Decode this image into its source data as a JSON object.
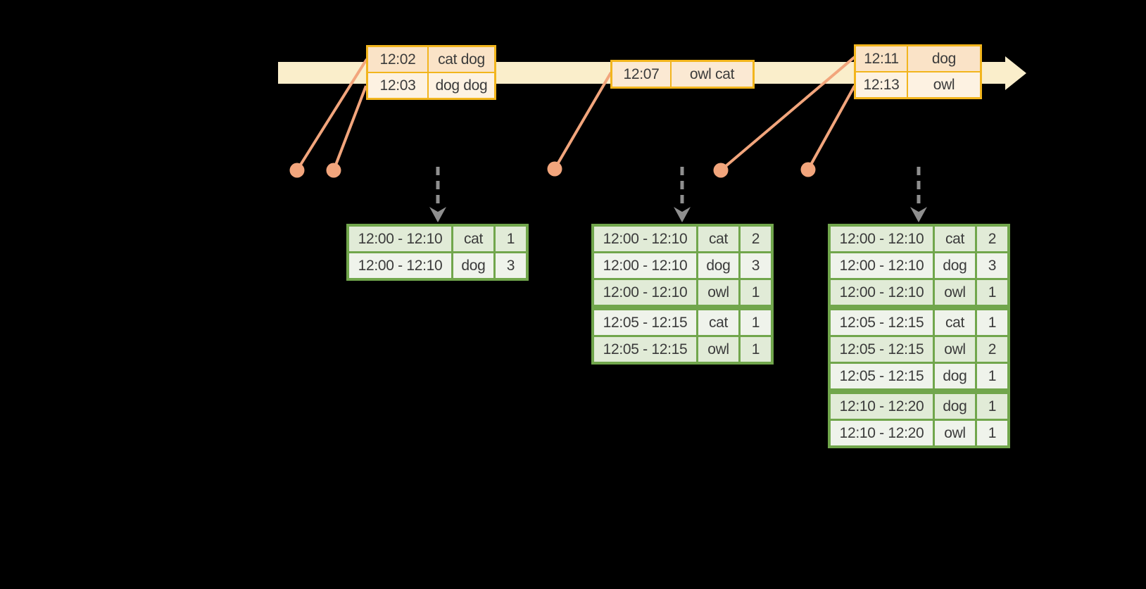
{
  "colors": {
    "background": "#000000",
    "timeline_fill": "#FAEECB",
    "event_border": "#F2B51D",
    "event_row_peach": "#FAE3C7",
    "event_row_cream": "#FDF2E2",
    "event_row_mid": "#FBE9D3",
    "result_border": "#71A64C",
    "result_row_tint": "#E1EBD7",
    "result_row_light": "#EFF3EB",
    "connector": "#F2A57C",
    "trigger_arrow": "#8F8F8F",
    "text": "#3B3B3B"
  },
  "event_tables": [
    {
      "id": "event-table-1",
      "rows": [
        {
          "time": "12:02",
          "words": "cat dog",
          "fill": "event_row_peach"
        },
        {
          "time": "12:03",
          "words": "dog dog",
          "fill": "event_row_cream"
        }
      ]
    },
    {
      "id": "event-table-2",
      "rows": [
        {
          "time": "12:07",
          "words": "owl cat",
          "fill": "event_row_mid"
        }
      ]
    },
    {
      "id": "event-table-3",
      "rows": [
        {
          "time": "12:11",
          "words": "dog",
          "fill": "event_row_peach"
        },
        {
          "time": "12:13",
          "words": "owl",
          "fill": "event_row_cream"
        }
      ]
    }
  ],
  "result_tables": [
    {
      "id": "result-table-1",
      "rows": [
        {
          "window": "12:00 - 12:10",
          "word": "cat",
          "count": "1"
        },
        {
          "window": "12:00 - 12:10",
          "word": "dog",
          "count": "3"
        }
      ],
      "group_breaks": []
    },
    {
      "id": "result-table-2",
      "rows": [
        {
          "window": "12:00 - 12:10",
          "word": "cat",
          "count": "2"
        },
        {
          "window": "12:00 - 12:10",
          "word": "dog",
          "count": "3"
        },
        {
          "window": "12:00 - 12:10",
          "word": "owl",
          "count": "1"
        },
        {
          "window": "12:05 - 12:15",
          "word": "cat",
          "count": "1"
        },
        {
          "window": "12:05 - 12:15",
          "word": "owl",
          "count": "1"
        }
      ],
      "group_breaks": [
        3
      ]
    },
    {
      "id": "result-table-3",
      "rows": [
        {
          "window": "12:00 - 12:10",
          "word": "cat",
          "count": "2"
        },
        {
          "window": "12:00 - 12:10",
          "word": "dog",
          "count": "3"
        },
        {
          "window": "12:00 - 12:10",
          "word": "owl",
          "count": "1"
        },
        {
          "window": "12:05 - 12:15",
          "word": "cat",
          "count": "1"
        },
        {
          "window": "12:05 - 12:15",
          "word": "owl",
          "count": "2"
        },
        {
          "window": "12:05 - 12:15",
          "word": "dog",
          "count": "1"
        },
        {
          "window": "12:10 - 12:20",
          "word": "dog",
          "count": "1"
        },
        {
          "window": "12:10 - 12:20",
          "word": "owl",
          "count": "1"
        }
      ],
      "group_breaks": [
        3,
        6
      ]
    }
  ]
}
